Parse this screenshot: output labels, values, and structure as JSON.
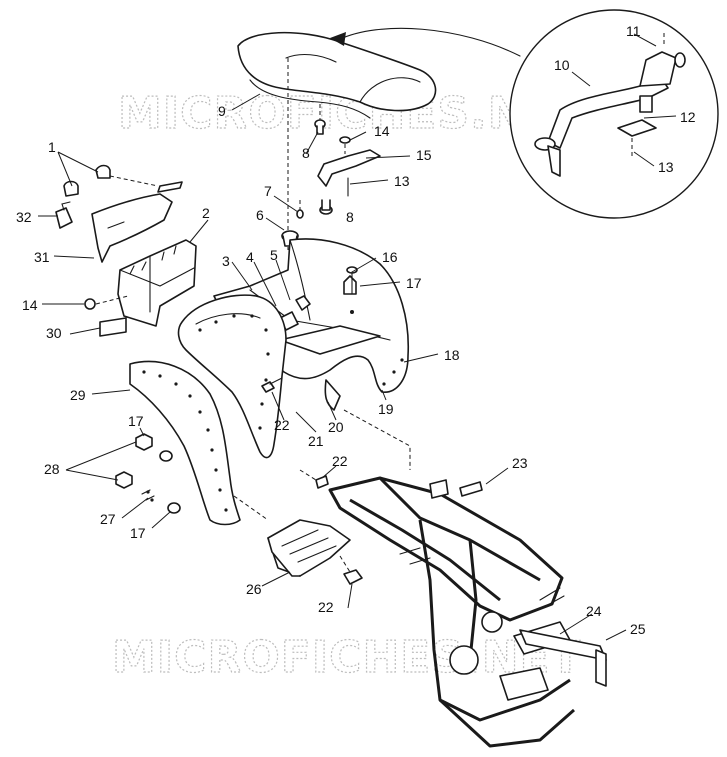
{
  "diagram": {
    "type": "exploded parts diagram",
    "watermark_text": [
      "MICROFICHES.NET",
      "MICROFICHES.NET"
    ],
    "callouts": [
      "1",
      "2",
      "3",
      "4",
      "5",
      "6",
      "7",
      "8",
      "8",
      "9",
      "10",
      "11",
      "12",
      "13",
      "13",
      "14",
      "14",
      "15",
      "16",
      "17",
      "17",
      "17",
      "18",
      "19",
      "20",
      "21",
      "22",
      "22",
      "22",
      "23",
      "24",
      "25",
      "26",
      "27",
      "28",
      "29",
      "30",
      "31",
      "32"
    ],
    "colors": {
      "ink": "#1a1a1a",
      "watermark": "#bdbdbd",
      "background": "#ffffff"
    }
  }
}
